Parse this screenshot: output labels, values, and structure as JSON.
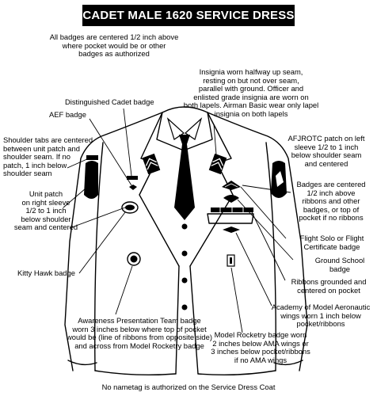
{
  "title": "CADET MALE 1620 SERVICE DRESS",
  "colors": {
    "ink": "#000000",
    "paper": "#ffffff"
  },
  "labels": {
    "badges_centered": "All badges are centered 1/2 inch above\nwhere pocket would be or other\nbadges as authorized",
    "insignia": "Insignia worn halfway up seam,\nresting on but not over seam,\nparallel with ground. Officer and\nenlisted grade insignia are worn on\nboth lapels. Airman Basic wear only lapel\ninsignia on both lapels",
    "distinguished_cadet": "Distinguished Cadet badge",
    "aef": "AEF badge",
    "shoulder_tabs": "Shoulder tabs are centered\nbetween unit patch and\nshoulder seam. If no\npatch, 1 inch below\nshoulder seam",
    "afjrotc_patch": "AFJROTC patch on left\nsleeve 1/2 to 1 inch\nbelow shoulder seam\nand centered",
    "unit_patch": "Unit patch\non right sleeve\n1/2 to 1 inch\nbelow shoulder\nseam and centered",
    "badges_above_ribbons": "Badges are centered\n1/2 inch above\nribbons and other\nbadges, or top of\npocket if no ribbons",
    "flight_solo": "Flight Solo or Flight\nCertificate badge",
    "ground_school": "Ground School\nbadge",
    "kitty_hawk": "Kitty Hawk badge",
    "ribbons": "Ribbons grounded and\ncentered on pocket",
    "academy": "Academy of Model Aeronautic\nwings worn 1 inch below\npocket/ribbons",
    "awareness": "Awareness Presentation Team badge\nworn 3 inches below where top of pocket\nwould be (line of ribbons from opposite side)\nand across from Model Rocketry badge",
    "model_rocketry": "Model Rocketry badge worn\n2 inches below AMA wings or\n3 inches below pocket/ribbons\nif no AMA wings",
    "nametag": "No nametag is authorized on the Service Dress Coat"
  }
}
